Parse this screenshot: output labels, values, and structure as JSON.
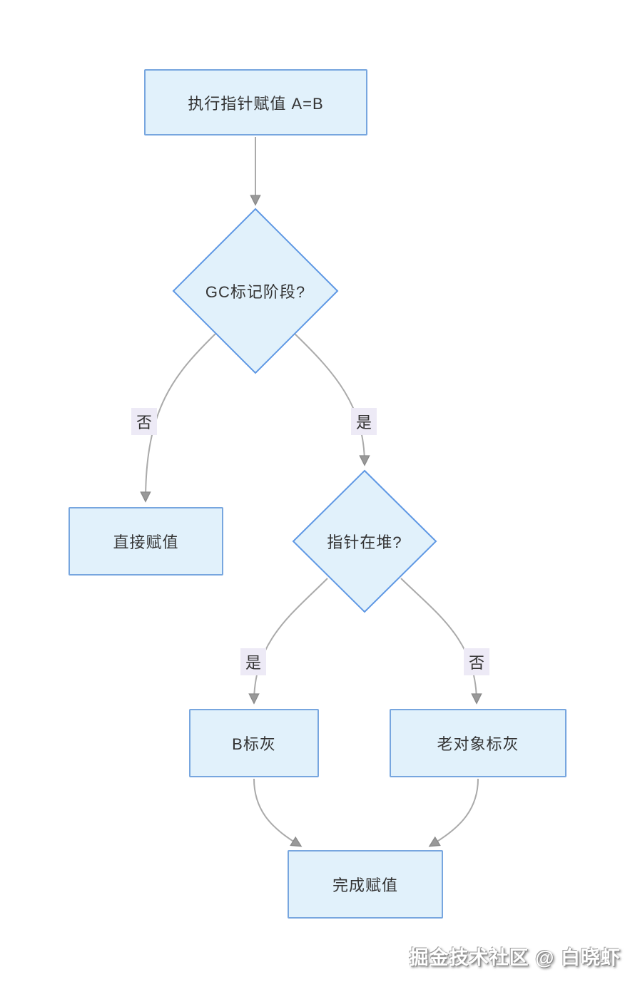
{
  "diagram": {
    "type": "flowchart",
    "direction": "top-down",
    "colors": {
      "background": "#ffffff",
      "node_fill": "#e1f1fb",
      "node_border": "#77a6df",
      "diamond_border": "#5f98e4",
      "edge_stroke": "#aaaaaa",
      "arrowhead_fill": "#999999",
      "edge_label_bg": "#edeaf6",
      "text": "#333333"
    },
    "nodes": {
      "start": {
        "label": "执行指针赋值 A=B",
        "shape": "rect"
      },
      "gc_phase": {
        "label": "GC标记阶段?",
        "shape": "diamond"
      },
      "direct": {
        "label": "直接赋值",
        "shape": "rect"
      },
      "on_heap": {
        "label": "指针在堆?",
        "shape": "diamond"
      },
      "mark_b": {
        "label": "B标灰",
        "shape": "rect"
      },
      "mark_old": {
        "label": "老对象标灰",
        "shape": "rect"
      },
      "done": {
        "label": "完成赋值",
        "shape": "rect"
      }
    },
    "edges": [
      {
        "from": "start",
        "to": "gc_phase",
        "label": ""
      },
      {
        "from": "gc_phase",
        "to": "direct",
        "label": "否"
      },
      {
        "from": "gc_phase",
        "to": "on_heap",
        "label": "是"
      },
      {
        "from": "on_heap",
        "to": "mark_b",
        "label": "是"
      },
      {
        "from": "on_heap",
        "to": "mark_old",
        "label": "否"
      },
      {
        "from": "mark_b",
        "to": "done",
        "label": ""
      },
      {
        "from": "mark_old",
        "to": "done",
        "label": ""
      }
    ],
    "watermark": "掘金技术社区 @ 白晓虾"
  }
}
